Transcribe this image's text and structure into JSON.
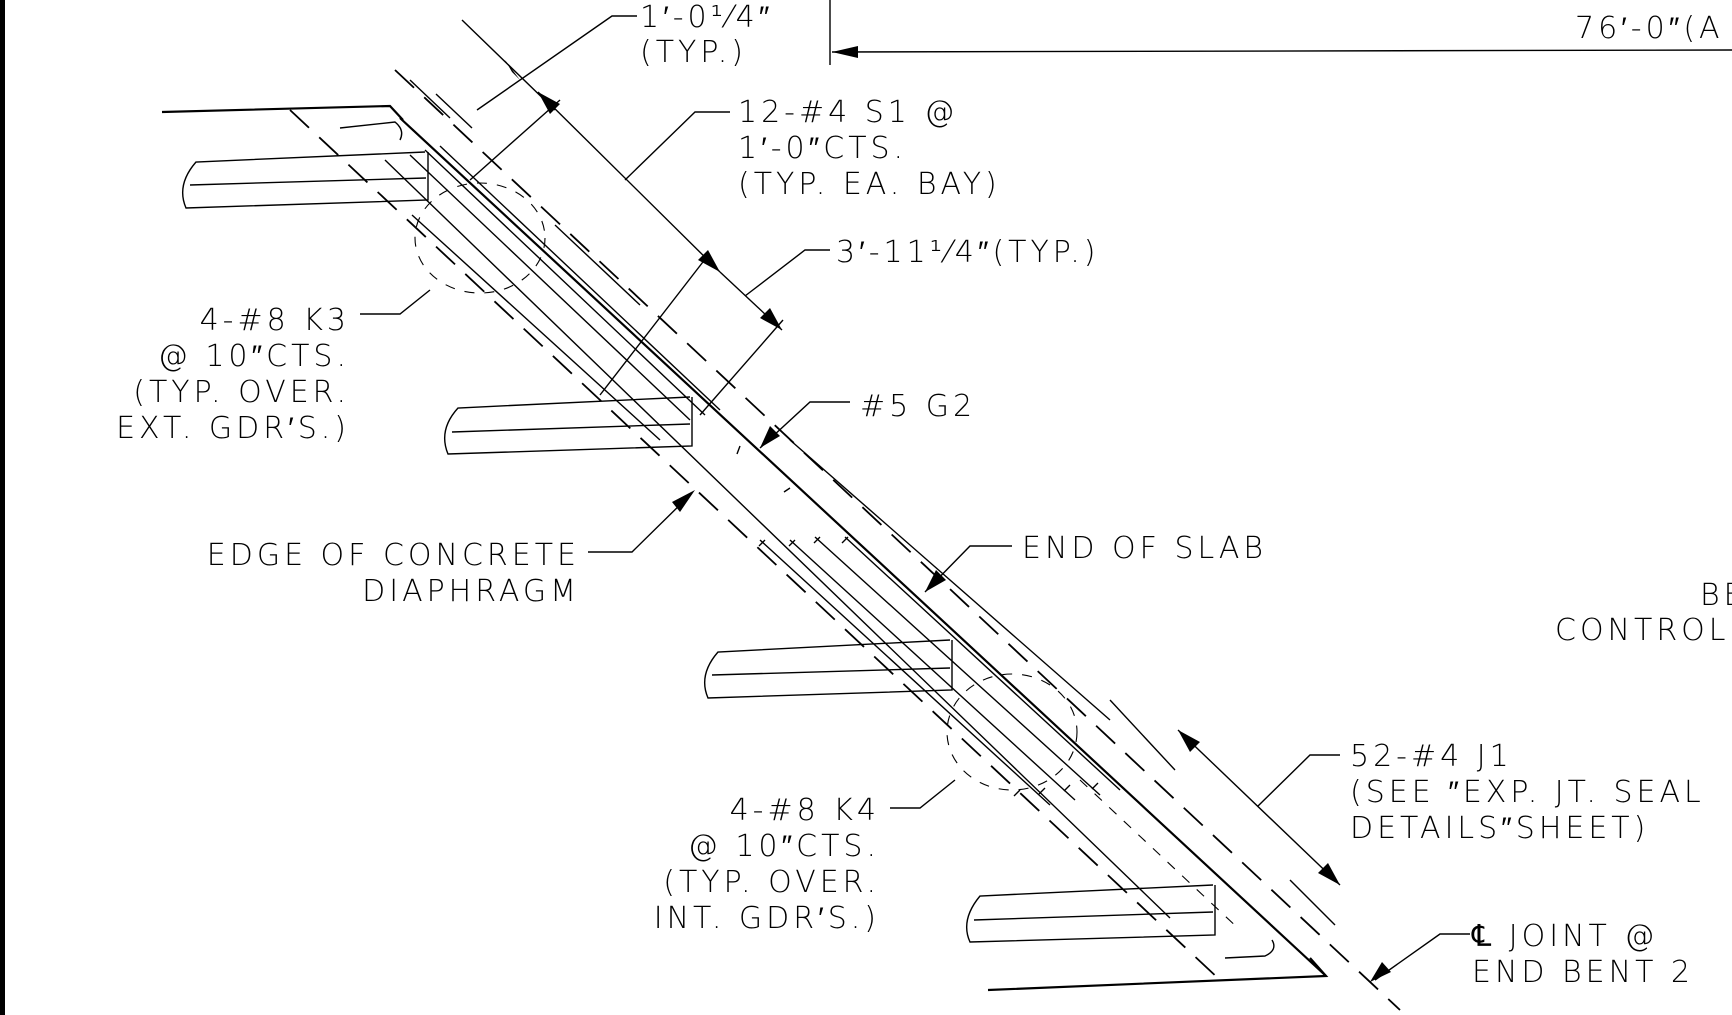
{
  "callouts": {
    "top_dim_1": "1′-0¹⁄4″",
    "top_dim_2": "(TYP.)",
    "overall_dim": "76′-0″(A",
    "s1_1": "12-#4 S1 @",
    "s1_2": "1′-0″CTS.",
    "s1_3": "(TYP. EA. BAY)",
    "spacing": "3′-11¹⁄4″(TYP.)",
    "k3_1": "4-#8 K3",
    "k3_2": "@ 10″CTS.",
    "k3_3": "(TYP. OVER.",
    "k3_4": "EXT. GDR′S.)",
    "g2": "#5 G2",
    "edge_1": "EDGE OF CONCRETE",
    "edge_2": "DIAPHRAGM",
    "end_slab": "END OF SLAB",
    "be_partial": "BE",
    "control_partial": "CONTROL",
    "j1_1": "52-#4 J1",
    "j1_2": "(SEE ″EXP. JT. SEAL",
    "j1_3": "DETAILS″SHEET)",
    "k4_1": "4-#8 K4",
    "k4_2": "@ 10″CTS.",
    "k4_3": "(TYP. OVER.",
    "k4_4": "INT. GDR′S.)",
    "joint_1": "℄ JOINT @",
    "joint_2": "END BENT 2"
  }
}
